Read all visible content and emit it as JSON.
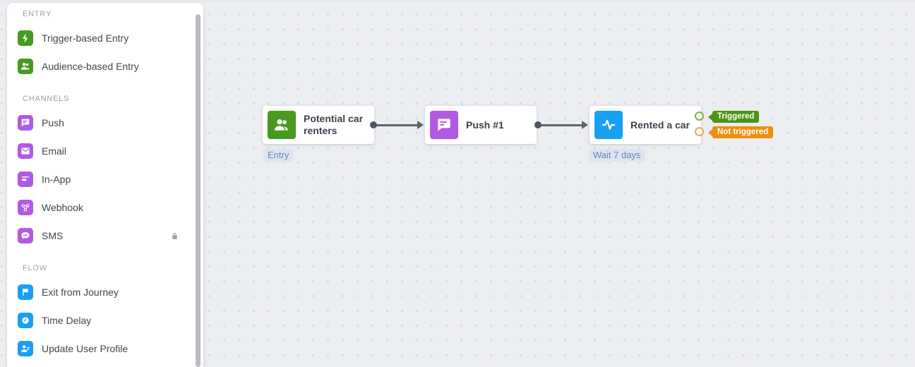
{
  "colors": {
    "canvas_bg": "#ebedf0",
    "canvas_dot": "#c9d4e6",
    "entry_green": "#469b1e",
    "channel_purple": "#b15ae6",
    "flow_blue": "#18a0f2",
    "connector_gray": "#5d6573",
    "tag_green": "#4b9414",
    "tag_orange": "#ef8e0e",
    "badge_bg": "#dee5f0",
    "badge_text": "#6484c2"
  },
  "sidebar": {
    "sms_icon_text": "SMS",
    "sections": [
      {
        "title": "ENTRY",
        "items": [
          {
            "label": "Trigger-based Entry"
          },
          {
            "label": "Audience-based Entry"
          }
        ]
      },
      {
        "title": "CHANNELS",
        "items": [
          {
            "label": "Push"
          },
          {
            "label": "Email"
          },
          {
            "label": "In-App"
          },
          {
            "label": "Webhook"
          },
          {
            "label": "SMS",
            "locked": true
          }
        ]
      },
      {
        "title": "FLOW",
        "items": [
          {
            "label": "Exit from Journey"
          },
          {
            "label": "Time Delay"
          },
          {
            "label": "Update User Profile"
          }
        ]
      }
    ]
  },
  "canvas": {
    "nodes": [
      {
        "title": "Potential car renters",
        "badge": "Entry"
      },
      {
        "title": "Push #1"
      },
      {
        "title": "Rented a car",
        "badge": "Wait 7 days",
        "ports": [
          {
            "label": "Triggered"
          },
          {
            "label": "Not triggered"
          }
        ]
      }
    ]
  }
}
